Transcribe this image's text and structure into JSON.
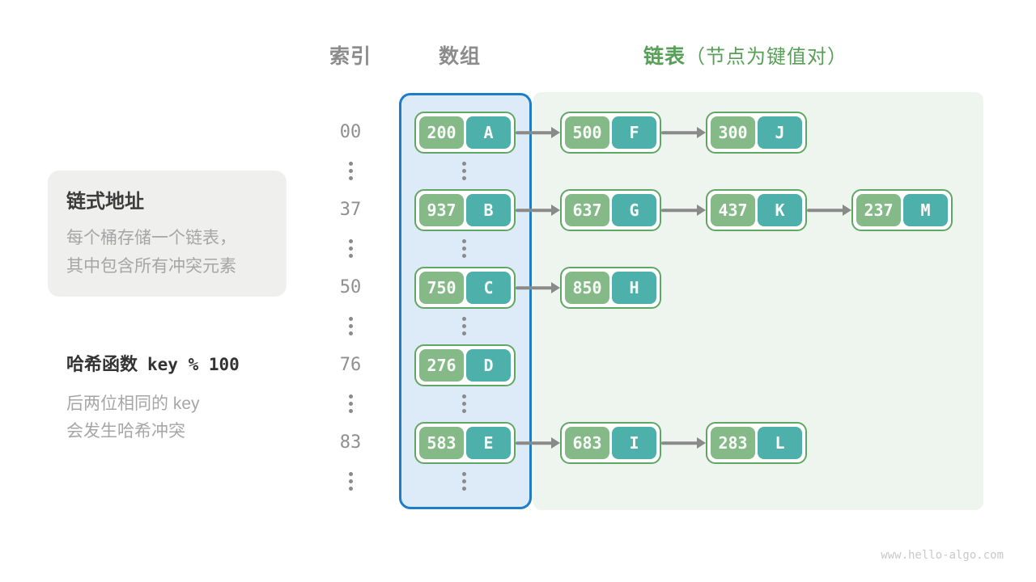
{
  "header": {
    "index_label": "索引",
    "array_label": "数组",
    "list_label": "链表",
    "list_note": "（节点为键值对）"
  },
  "notes": {
    "card_title": "链式地址",
    "card_line1": "每个桶存储一个链表，",
    "card_line2": "其中包含所有冲突元素",
    "hash_title": "哈希函数",
    "hash_code": "key % 100",
    "hash_line1": "后两位相同的 key",
    "hash_line2": "会发生哈希冲突"
  },
  "table": {
    "rows": [
      {
        "index": "00",
        "nodes": [
          {
            "key": "200",
            "value": "A"
          },
          {
            "key": "500",
            "value": "F"
          },
          {
            "key": "300",
            "value": "J"
          }
        ]
      },
      {
        "index": "37",
        "nodes": [
          {
            "key": "937",
            "value": "B"
          },
          {
            "key": "637",
            "value": "G"
          },
          {
            "key": "437",
            "value": "K"
          },
          {
            "key": "237",
            "value": "M"
          }
        ]
      },
      {
        "index": "50",
        "nodes": [
          {
            "key": "750",
            "value": "C"
          },
          {
            "key": "850",
            "value": "H"
          }
        ]
      },
      {
        "index": "76",
        "nodes": [
          {
            "key": "276",
            "value": "D"
          }
        ]
      },
      {
        "index": "83",
        "nodes": [
          {
            "key": "583",
            "value": "E"
          },
          {
            "key": "683",
            "value": "I"
          },
          {
            "key": "283",
            "value": "L"
          }
        ]
      }
    ]
  },
  "colors": {
    "array_region_border": "#1f7cc9",
    "array_region_fill": "#dcebf7",
    "list_region_fill": "#eef5ee",
    "node_border": "#5fa765",
    "key_pill": "#85b987",
    "value_pill": "#4db0ab",
    "header_green": "#58a058",
    "header_gray": "#8c8c8c",
    "arrow_gray": "#8a8a8a"
  },
  "watermark": "www.hello-algo.com"
}
